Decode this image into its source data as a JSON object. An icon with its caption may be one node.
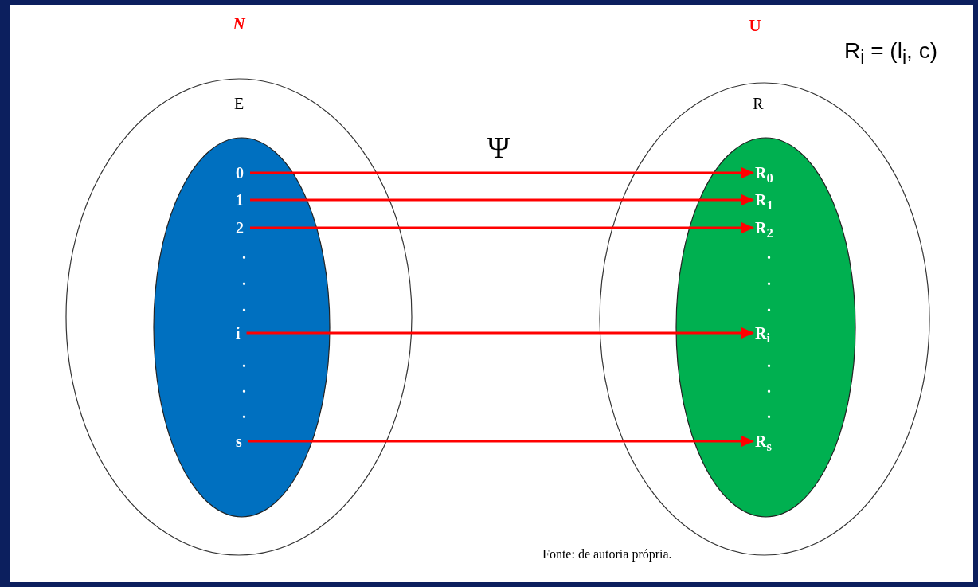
{
  "diagram": {
    "caption": "Fonte: de autoria própria.",
    "nodes": [
      {
        "text": [
          "N",
          "E"
        ]
      },
      {
        "text": [],
        "shape": "ellipse",
        "in": 0
      },
      {
        "text": [
          "0"
        ],
        "in": 1
      },
      {
        "text": [
          "1"
        ],
        "in": 1
      },
      {
        "text": [
          "2"
        ],
        "in": 1
      },
      {
        "text": [
          "i"
        ],
        "in": 1
      },
      {
        "text": [
          "s"
        ],
        "in": 1
      },
      {
        "text": [
          "U",
          "R"
        ]
      },
      {
        "text": [],
        "shape": "ellipse",
        "in": 7
      },
      {
        "text": [
          "R$_{0}$"
        ],
        "in": 8
      },
      {
        "text": [
          "R$_{1}$"
        ],
        "in": 8
      },
      {
        "text": [
          "R$_{2}$"
        ],
        "in": 8
      },
      {
        "text": [
          "R$_{i}$"
        ],
        "in": 8
      },
      {
        "text": [
          "R$_{s}$"
        ],
        "in": 8
      }
    ],
    "edges": [
      {
        "from": 2,
        "to": 9,
        "arrow": "to"
      },
      {
        "from": 3,
        "to": 10,
        "arrow": "to"
      },
      {
        "from": 4,
        "to": 11,
        "arrow": "to"
      },
      {
        "from": 5,
        "to": 12,
        "arrow": "to"
      },
      {
        "from": 6,
        "to": 13,
        "arrow": "to"
      }
    ],
    "labels": [
      "R$_{i}$ = (l$_{i}$, c)",
      "Ψ",
      ".",
      ".",
      ".",
      ".",
      ".",
      ".",
      ".",
      ".",
      ".",
      ".",
      ".",
      "."
    ]
  }
}
